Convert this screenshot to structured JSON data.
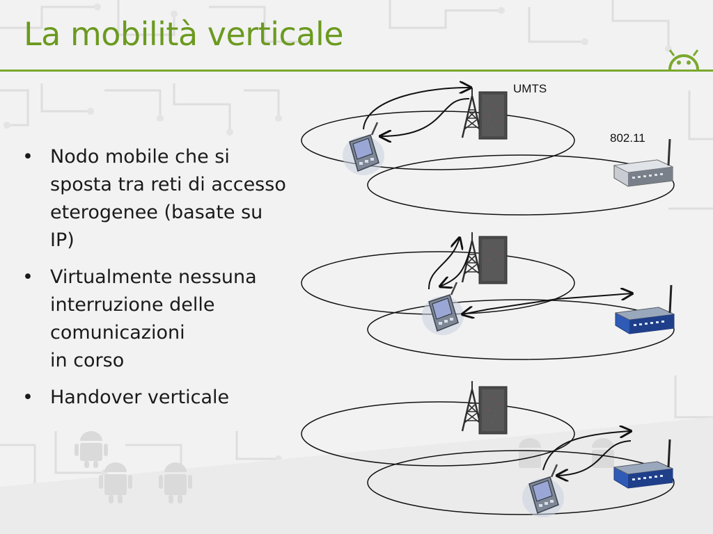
{
  "slide": {
    "title": "La mobilità verticale",
    "bullets": [
      "Nodo mobile che si sposta tra reti di accesso eterogenee (basate su IP)",
      "Virtualmente nessuna interruzione delle comunicazioni\nin corso",
      "Handover verticale"
    ]
  },
  "diagram": {
    "labels": {
      "umts": "UMTS",
      "wifi": "802.11"
    },
    "colors": {
      "title": "#6b9a1f",
      "rule": "#7aa82e",
      "router_accent": "#2f5bb7",
      "tower": "#3a3a3a"
    }
  }
}
